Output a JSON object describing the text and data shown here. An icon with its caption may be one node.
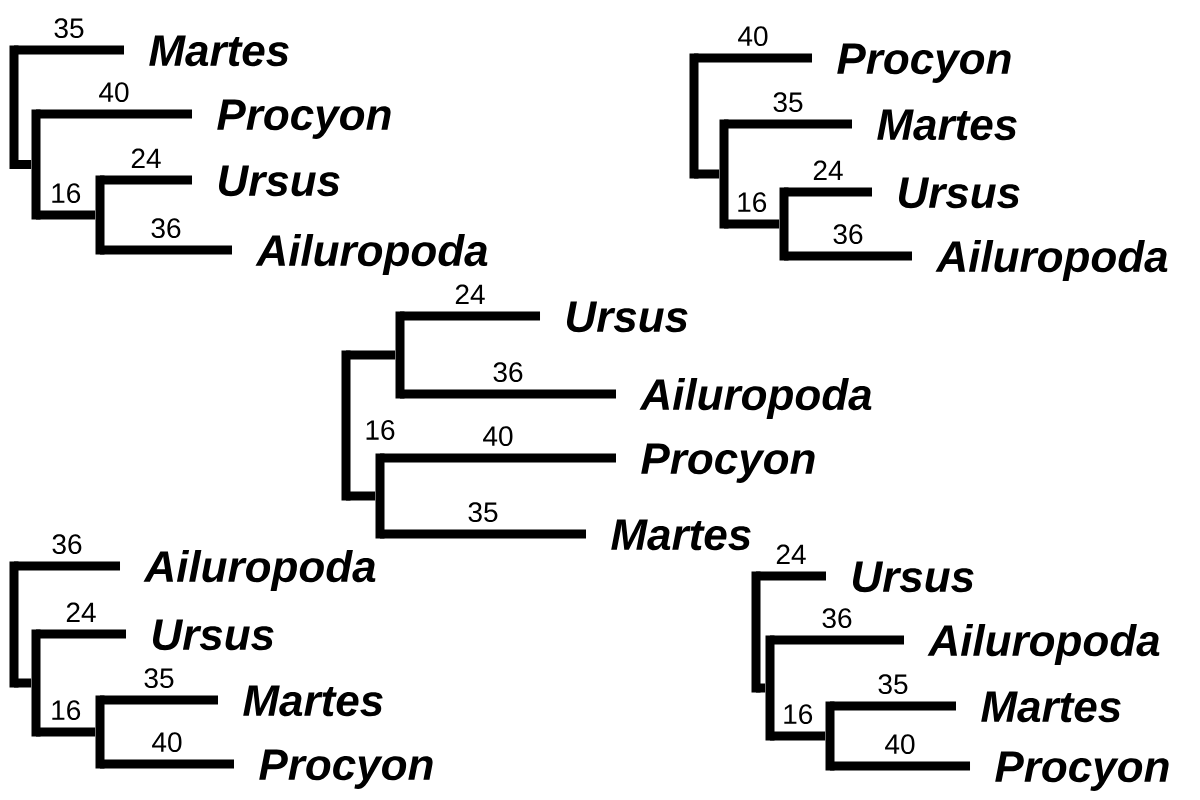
{
  "diagram": {
    "nodes": [
      {
        "text": [],
        "shape": "bar"
      },
      {
        "text": [
          "Martes"
        ]
      },
      {
        "text": [],
        "shape": "bar"
      },
      {
        "text": [
          "Procyon"
        ]
      },
      {
        "text": [],
        "shape": "bar"
      },
      {
        "text": [
          "Ursus"
        ]
      },
      {
        "text": [
          "Ailuropoda"
        ]
      },
      {
        "text": [],
        "shape": "bar"
      },
      {
        "text": [
          "Procyon"
        ]
      },
      {
        "text": [],
        "shape": "bar"
      },
      {
        "text": [
          "Martes"
        ]
      },
      {
        "text": [],
        "shape": "bar"
      },
      {
        "text": [
          "Ursus"
        ]
      },
      {
        "text": [
          "Ailuropoda"
        ]
      },
      {
        "text": [],
        "shape": "bar",
        "beside": [
          "16"
        ]
      },
      {
        "text": [],
        "shape": "bar"
      },
      {
        "text": [
          "Ursus"
        ]
      },
      {
        "text": [
          "Ailuropoda"
        ]
      },
      {
        "text": [],
        "shape": "bar"
      },
      {
        "text": [
          "Procyon"
        ]
      },
      {
        "text": [
          "Martes"
        ]
      },
      {
        "text": [],
        "shape": "bar"
      },
      {
        "text": [
          "Ailuropoda"
        ]
      },
      {
        "text": [],
        "shape": "bar"
      },
      {
        "text": [
          "Ursus"
        ]
      },
      {
        "text": [],
        "shape": "bar"
      },
      {
        "text": [
          "Martes"
        ]
      },
      {
        "text": [
          "Procyon"
        ]
      },
      {
        "text": [],
        "shape": "bar"
      },
      {
        "text": [
          "Ursus"
        ]
      },
      {
        "text": [],
        "shape": "bar"
      },
      {
        "text": [
          "Ailuropoda"
        ]
      },
      {
        "text": [],
        "shape": "bar"
      },
      {
        "text": [
          "Martes"
        ]
      },
      {
        "text": [
          "Procyon"
        ]
      }
    ],
    "edges": [
      {
        "from": 0,
        "to": 1,
        "arrow": "none",
        "label": "35"
      },
      {
        "from": 0,
        "to": 2,
        "arrow": "none"
      },
      {
        "from": 2,
        "to": 3,
        "arrow": "none",
        "label": "40"
      },
      {
        "from": 2,
        "to": 4,
        "arrow": "none",
        "label": "16"
      },
      {
        "from": 4,
        "to": 5,
        "arrow": "none",
        "label": "24"
      },
      {
        "from": 4,
        "to": 6,
        "arrow": "none",
        "label": "36"
      },
      {
        "from": 7,
        "to": 8,
        "arrow": "none",
        "label": "40"
      },
      {
        "from": 7,
        "to": 9,
        "arrow": "none"
      },
      {
        "from": 9,
        "to": 10,
        "arrow": "none",
        "label": "35"
      },
      {
        "from": 9,
        "to": 11,
        "arrow": "none",
        "label": "16"
      },
      {
        "from": 11,
        "to": 12,
        "arrow": "none",
        "label": "24"
      },
      {
        "from": 11,
        "to": 13,
        "arrow": "none",
        "label": "36"
      },
      {
        "from": 14,
        "to": 15,
        "arrow": "none"
      },
      {
        "from": 15,
        "to": 16,
        "arrow": "none",
        "label": "24"
      },
      {
        "from": 15,
        "to": 17,
        "arrow": "none",
        "label": "36"
      },
      {
        "from": 14,
        "to": 18,
        "arrow": "none"
      },
      {
        "from": 18,
        "to": 19,
        "arrow": "none",
        "label": "40"
      },
      {
        "from": 18,
        "to": 20,
        "arrow": "none",
        "label": "35"
      },
      {
        "from": 21,
        "to": 22,
        "arrow": "none",
        "label": "36"
      },
      {
        "from": 21,
        "to": 23,
        "arrow": "none"
      },
      {
        "from": 23,
        "to": 24,
        "arrow": "none",
        "label": "24"
      },
      {
        "from": 23,
        "to": 25,
        "arrow": "none",
        "label": "16"
      },
      {
        "from": 25,
        "to": 26,
        "arrow": "none",
        "label": "35"
      },
      {
        "from": 25,
        "to": 27,
        "arrow": "none",
        "label": "40"
      },
      {
        "from": 28,
        "to": 29,
        "arrow": "none",
        "label": "24"
      },
      {
        "from": 28,
        "to": 30,
        "arrow": "none"
      },
      {
        "from": 30,
        "to": 31,
        "arrow": "none",
        "label": "36"
      },
      {
        "from": 30,
        "to": 32,
        "arrow": "none",
        "label": "16"
      },
      {
        "from": 32,
        "to": 33,
        "arrow": "none",
        "label": "35"
      },
      {
        "from": 32,
        "to": 34,
        "arrow": "none",
        "label": "40"
      }
    ]
  }
}
